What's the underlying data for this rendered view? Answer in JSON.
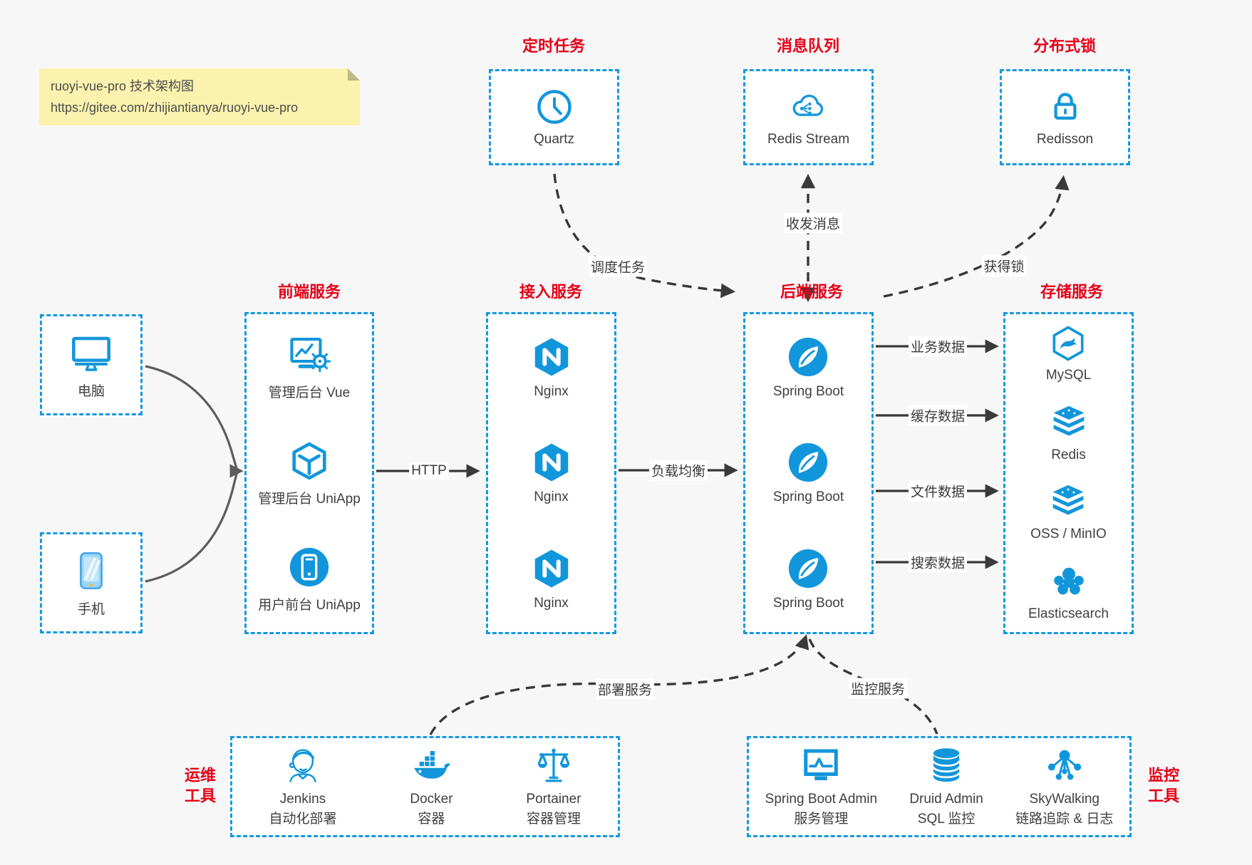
{
  "colors": {
    "accent_blue": "#1296db",
    "border_blue": "#1499e0",
    "title_red": "#e60017",
    "text_dark": "#3f3f3f",
    "arrow_dark": "#3a3a3a",
    "note_bg": "#faf2ae",
    "canvas_bg": "#f7f7f8"
  },
  "note": {
    "line1": "ruoyi-vue-pro 技术架构图",
    "line2": "https://gitee.com/zhijiantianya/ruoyi-vue-pro"
  },
  "top_services": [
    {
      "title": "定时任务",
      "icon": "clock-icon",
      "label": "Quartz"
    },
    {
      "title": "消息队列",
      "icon": "cloud-share-icon",
      "label": "Redis Stream"
    },
    {
      "title": "分布式锁",
      "icon": "lock-icon",
      "label": "Redisson"
    }
  ],
  "clients": [
    {
      "icon": "desktop-icon",
      "label": "电脑"
    },
    {
      "icon": "phone-icon",
      "label": "手机"
    }
  ],
  "service_columns": [
    {
      "title": "前端服务",
      "items": [
        {
          "icon": "admin-vue-icon",
          "label": "管理后台 Vue"
        },
        {
          "icon": "cube-icon",
          "label": "管理后台 UniApp"
        },
        {
          "icon": "user-app-icon",
          "label": "用户前台 UniApp"
        }
      ]
    },
    {
      "title": "接入服务",
      "items": [
        {
          "icon": "nginx-icon",
          "label": "Nginx"
        },
        {
          "icon": "nginx-icon",
          "label": "Nginx"
        },
        {
          "icon": "nginx-icon",
          "label": "Nginx"
        }
      ]
    },
    {
      "title": "后端服务",
      "items": [
        {
          "icon": "spring-boot-icon",
          "label": "Spring Boot"
        },
        {
          "icon": "spring-boot-icon",
          "label": "Spring Boot"
        },
        {
          "icon": "spring-boot-icon",
          "label": "Spring Boot"
        }
      ]
    },
    {
      "title": "存储服务",
      "items": [
        {
          "icon": "mysql-icon",
          "label": "MySQL"
        },
        {
          "icon": "redis-stack-icon",
          "label": "Redis"
        },
        {
          "icon": "storage-stack-icon",
          "label": "OSS / MinIO"
        },
        {
          "icon": "elasticsearch-icon",
          "label": "Elasticsearch"
        }
      ]
    }
  ],
  "tool_boxes": [
    {
      "side_label": [
        "运维",
        "工具"
      ],
      "items": [
        {
          "icon": "jenkins-icon",
          "line1": "Jenkins",
          "line2": "自动化部署"
        },
        {
          "icon": "docker-icon",
          "line1": "Docker",
          "line2": "容器"
        },
        {
          "icon": "portainer-icon",
          "line1": "Portainer",
          "line2": "容器管理"
        }
      ]
    },
    {
      "side_label": [
        "监控",
        "工具"
      ],
      "items": [
        {
          "icon": "springboot-admin-icon",
          "line1": "Spring Boot Admin",
          "line2": "服务管理"
        },
        {
          "icon": "druid-icon",
          "line1": "Druid Admin",
          "line2": "SQL 监控"
        },
        {
          "icon": "skywalking-icon",
          "line1": "SkyWalking",
          "line2": "链路追踪 & 日志"
        }
      ]
    }
  ],
  "edges": {
    "schedule": "调度任务",
    "message": "收发消息",
    "lock": "获得锁",
    "http": "HTTP",
    "load_balance": "负载均衡",
    "business_data": "业务数据",
    "cache_data": "缓存数据",
    "file_data": "文件数据",
    "search_data": "搜索数据",
    "deploy": "部署服务",
    "monitor": "监控服务"
  }
}
